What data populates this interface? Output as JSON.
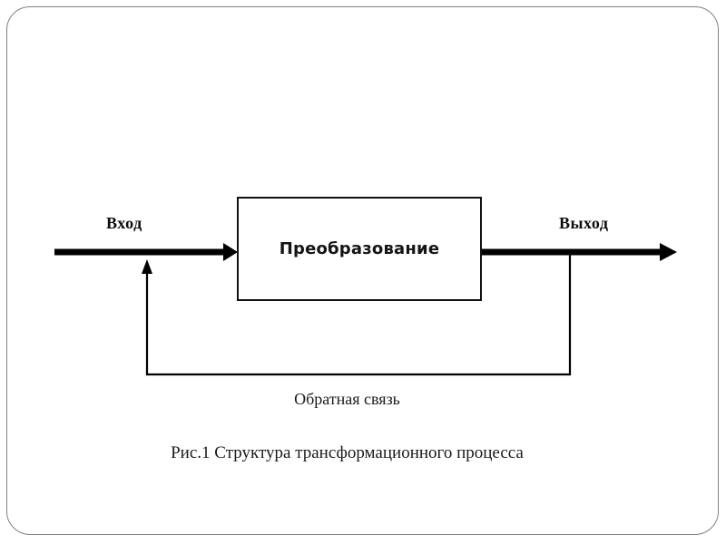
{
  "slide": {
    "background_color": "#ffffff",
    "frame_color": "#808080"
  },
  "diagram": {
    "type": "flow-diagram",
    "line_color": "#000000",
    "box": {
      "label": "Преобразование",
      "border_color": "#111111",
      "fill_color": "#ffffff"
    },
    "labels": {
      "input": "Вход",
      "output": "Выход",
      "feedback": "Обратная связь"
    },
    "arrows": [
      {
        "name": "input-arrow",
        "direction": "right",
        "style": "thick"
      },
      {
        "name": "output-arrow",
        "direction": "right",
        "style": "thick"
      },
      {
        "name": "feedback-arrow",
        "direction": "up",
        "style": "thin"
      }
    ]
  },
  "caption": {
    "text": "Рис.1 Структура трансформационного процесса"
  }
}
